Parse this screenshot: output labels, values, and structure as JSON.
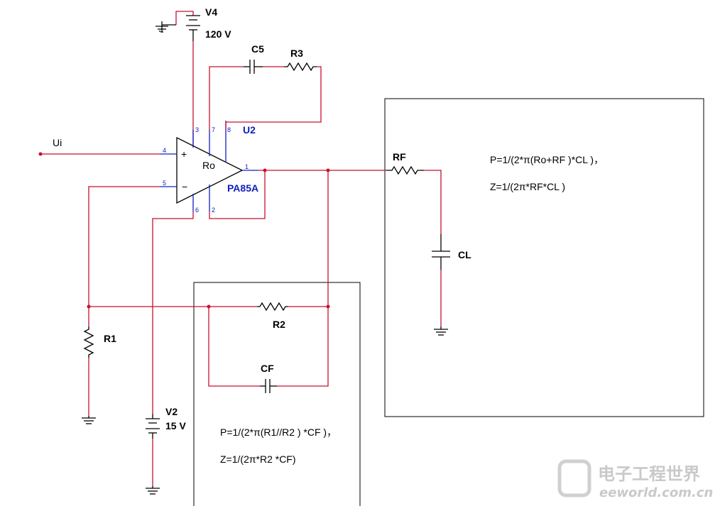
{
  "labels": {
    "v4_name": "V4",
    "v4_value": "120 V",
    "c5": "C5",
    "r3": "R3",
    "u2": "U2",
    "ui": "Ui",
    "ro": "Ro",
    "pa85a": "PA85A",
    "rf": "RF",
    "cl": "CL",
    "r2": "R2",
    "cf": "CF",
    "r1": "R1",
    "v2_name": "V2",
    "v2_value": "15 V"
  },
  "pins": {
    "p1": "1",
    "p2": "2",
    "p3": "3",
    "p4": "4",
    "p5": "5",
    "p6": "6",
    "p7": "7",
    "p8": "8",
    "plus": "+",
    "minus": "−"
  },
  "formulas": {
    "load_p": "P=1/(2*π(Ro+RF )*CL )，",
    "load_z": "Z=1/(2π*RF*CL )",
    "fb_p": "P=1/(2*π(R1//R2 ) *CF )，",
    "fb_z": "Z=1/(2π*R2 *CF)"
  },
  "watermark": {
    "cn": "电子工程世界",
    "site": "eeworld.com.cn"
  },
  "colors": {
    "wire": "#c8102e",
    "component": "#000000",
    "opamp": "#1020c0",
    "watermark": "#c9c9c9"
  }
}
